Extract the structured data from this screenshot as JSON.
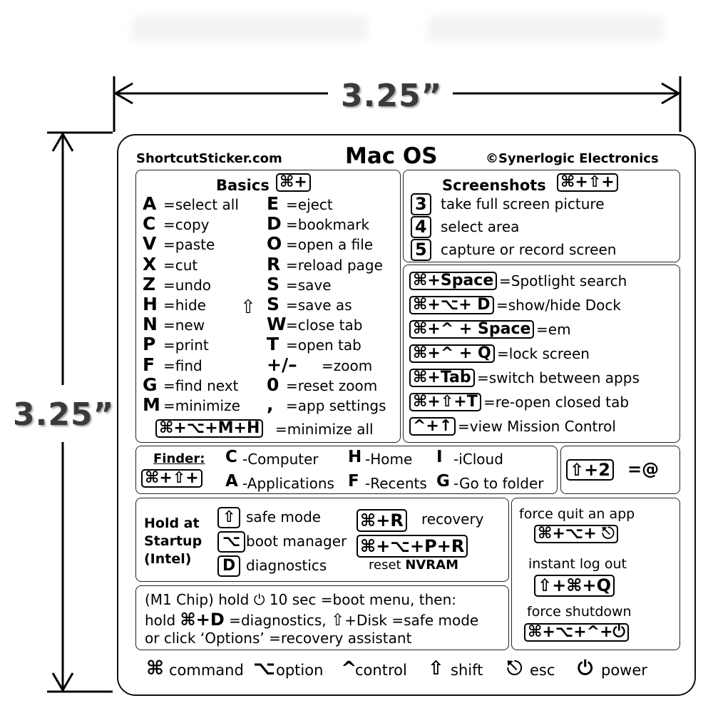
{
  "dimensions": {
    "width_label": "3.25”",
    "height_label": "3.25”"
  },
  "header": {
    "site": "ShortcutSticker.com",
    "title": "Mac OS",
    "copyright": "©Synerlogic Electronics"
  },
  "basics": {
    "title": "Basics",
    "key": "⌘+",
    "left": [
      {
        "key": "A",
        "desc": "=select all"
      },
      {
        "key": "C",
        "desc": "=copy"
      },
      {
        "key": "V",
        "desc": "=paste"
      },
      {
        "key": "X",
        "desc": "=cut"
      },
      {
        "key": "Z",
        "desc": "=undo"
      },
      {
        "key": "H",
        "desc": "=hide"
      },
      {
        "key": "N",
        "desc": "=new"
      },
      {
        "key": "P",
        "desc": "=print"
      },
      {
        "key": "F",
        "desc": "=find"
      },
      {
        "key": "G",
        "desc": "=find next"
      },
      {
        "key": "M",
        "desc": "=minimize"
      }
    ],
    "right": [
      {
        "key": "E",
        "desc": "=eject"
      },
      {
        "key": "D",
        "desc": "=bookmark"
      },
      {
        "key": "O",
        "desc": "=open a file"
      },
      {
        "key": "R",
        "desc": "=reload page"
      },
      {
        "key": "S",
        "desc": "=save"
      },
      {
        "key": "S",
        "desc": "=save as"
      },
      {
        "key": "W",
        "desc": "=close tab"
      },
      {
        "key": "T",
        "desc": "=open tab"
      },
      {
        "key": "+/–",
        "desc": "=zoom"
      },
      {
        "key": "0",
        "desc": "=reset zoom"
      },
      {
        "key": ",",
        "desc": "=app settings"
      }
    ],
    "shift_symbol": "⇧",
    "min_all_key": "⌘+⌥+M+H",
    "min_all_desc": "=minimize all"
  },
  "screenshots": {
    "title": "Screenshots",
    "key": "⌘+⇧+",
    "items": [
      {
        "key": "3",
        "desc": "take full screen picture"
      },
      {
        "key": "4",
        "desc": "select area"
      },
      {
        "key": "5",
        "desc": "capture or record screen"
      }
    ]
  },
  "system": [
    {
      "key": "⌘+Space",
      "desc": "=Spotlight search"
    },
    {
      "key": "⌘+⌥+ D",
      "desc": "=show/hide Dock"
    },
    {
      "key": "⌘+^ + Space",
      "desc": "=em"
    },
    {
      "key": "⌘+^ + Q",
      "desc": "=lock screen"
    },
    {
      "key": "⌘+Tab",
      "desc": "=switch between apps"
    },
    {
      "key": "⌘+⇧+T",
      "desc": "=re-open closed tab"
    },
    {
      "key": "^+↑",
      "desc": "=view Mission Control"
    }
  ],
  "finder": {
    "title": "Finder:",
    "key": "⌘+⇧+",
    "row1": [
      {
        "key": "C",
        "desc": "-Computer"
      },
      {
        "key": "H",
        "desc": "-Home"
      },
      {
        "key": "I",
        "desc": "-iCloud"
      }
    ],
    "row2": [
      {
        "key": "A",
        "desc": "-Applications"
      },
      {
        "key": "F",
        "desc": "-Recents"
      },
      {
        "key": "G",
        "desc": "-Go to folder"
      }
    ]
  },
  "at_sign": {
    "key": "⇧+2",
    "desc": "=@"
  },
  "startup": {
    "title_lines": [
      "Hold at",
      "Startup",
      "(Intel)"
    ],
    "items": [
      {
        "key": "⇧",
        "desc": "safe mode"
      },
      {
        "key": "⌥",
        "desc": "boot manager"
      },
      {
        "key": "D",
        "desc": "diagnostics"
      }
    ],
    "recovery_key": "⌘+R",
    "recovery_desc": "recovery",
    "nvram_key": "⌘+⌥+P+R",
    "nvram_desc_pre": "reset ",
    "nvram_desc_bold": "NVRAM"
  },
  "force": {
    "quit_label": "force quit an app",
    "quit_key": "⌘+⌥+ ⎋",
    "logout_label": "instant log out",
    "logout_key": "⇧+⌘+Q",
    "shutdown_label": "force shutdown",
    "shutdown_key": "⌘+⌥+^+⏻"
  },
  "m1": {
    "line1_a": "(M1  Chip)  hold ",
    "line1_icon": "⏻",
    "line1_b": " 10  sec  =boot  menu,  then:",
    "line2_a": "hold ",
    "line2_key": "⌘+D",
    "line2_b": " =diagnostics, ",
    "line2_shift": "⇧",
    "line2_c": "+Disk =safe mode",
    "line3": "or click ‘Options’  =recovery assistant"
  },
  "legend": [
    {
      "symbol": "⌘",
      "label": "command"
    },
    {
      "symbol": "⌥",
      "label": "option"
    },
    {
      "symbol": "^",
      "label": "control"
    },
    {
      "symbol": "⇧",
      "label": "shift"
    },
    {
      "symbol": "⎋",
      "label": "esc"
    },
    {
      "symbol": "⏻",
      "label": "power"
    }
  ]
}
